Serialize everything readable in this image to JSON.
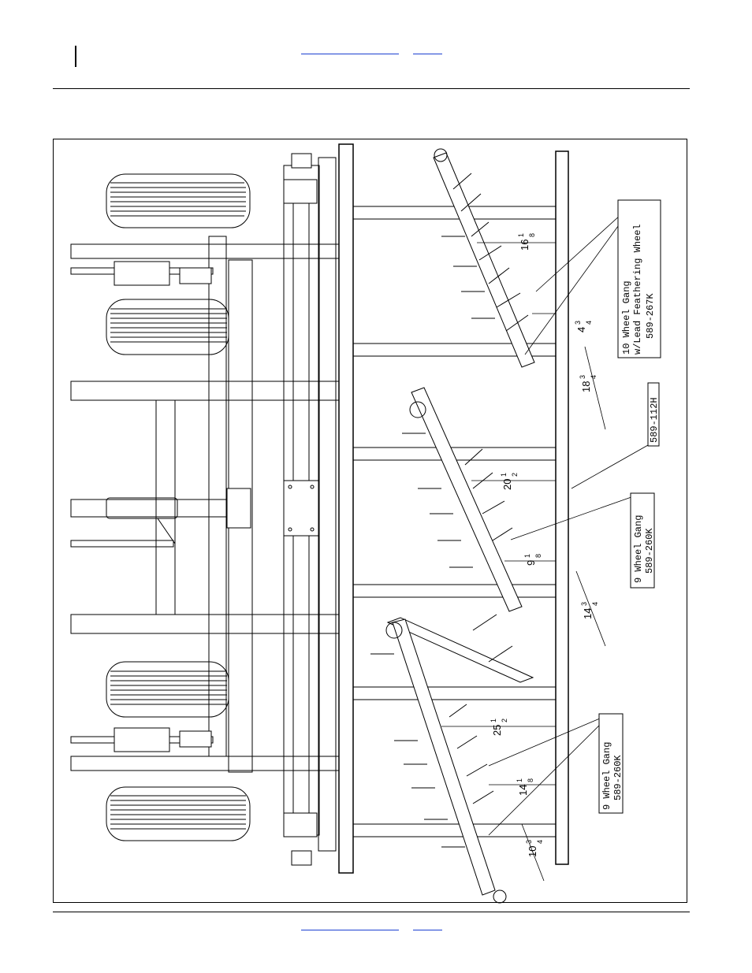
{
  "header": {
    "links": [
      "",
      ""
    ]
  },
  "footer": {
    "links": [
      "",
      ""
    ]
  },
  "callouts": {
    "c1": [
      "10 Wheel Gang",
      "w/Lead Feathering Wheel",
      "589-267K"
    ],
    "c2": "589-112H",
    "c3": [
      "9 Wheel Gang",
      "589-260K"
    ],
    "c4": [
      "9 Wheel Gang",
      "589-260K"
    ]
  },
  "dimensions": [
    {
      "whole": "16",
      "num": "1",
      "den": "8"
    },
    {
      "whole": "4",
      "num": "3",
      "den": "4"
    },
    {
      "whole": "18",
      "num": "3",
      "den": "4"
    },
    {
      "whole": "20",
      "num": "1",
      "den": "2"
    },
    {
      "whole": "9",
      "num": "1",
      "den": "8"
    },
    {
      "whole": "14",
      "num": "3",
      "den": "4"
    },
    {
      "whole": "25",
      "num": "1",
      "den": "2"
    },
    {
      "whole": "14",
      "num": "1",
      "den": "8"
    },
    {
      "whole": "10",
      "num": "3",
      "den": "4"
    }
  ]
}
